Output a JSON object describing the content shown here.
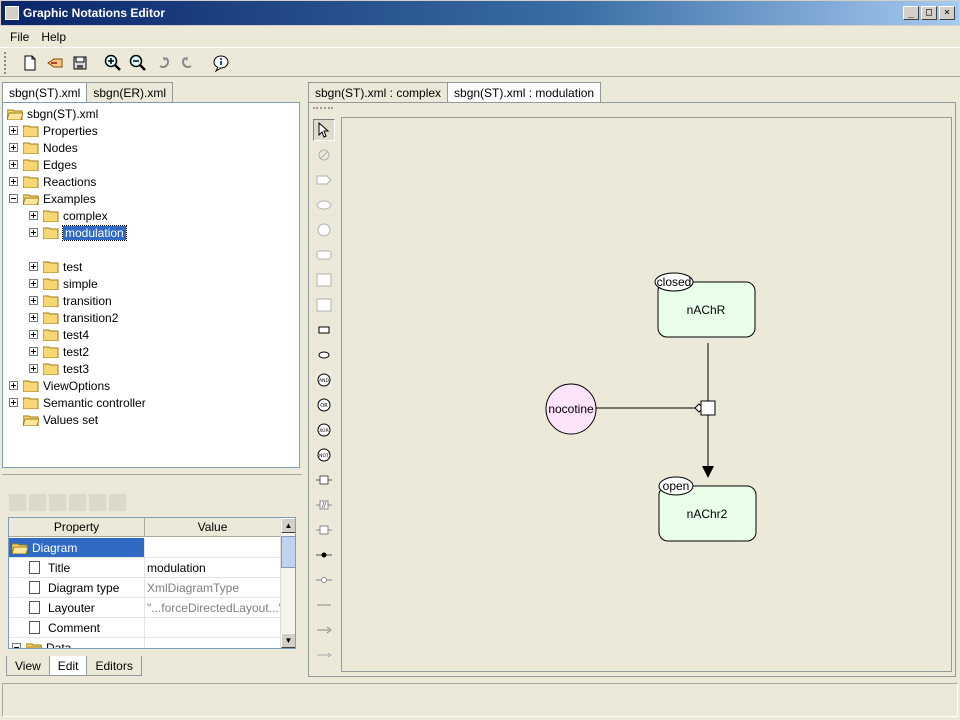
{
  "window": {
    "title": "Graphic Notations Editor"
  },
  "menu": {
    "items": [
      "File",
      "Help"
    ]
  },
  "toolbar": {
    "icons": [
      "new-document-icon",
      "open-icon",
      "save-icon",
      "zoom-in-icon",
      "zoom-out-icon",
      "undo-icon",
      "redo-icon",
      "info-icon"
    ]
  },
  "left_tabs": [
    "sbgn(ST).xml",
    "sbgn(ER).xml"
  ],
  "tree": {
    "root": "sbgn(ST).xml",
    "top": [
      "Properties",
      "Nodes",
      "Edges",
      "Reactions",
      "Examples"
    ],
    "examples": [
      "complex",
      "modulation",
      "test",
      "simple",
      "transition",
      "transition2",
      "test4",
      "test2",
      "test3"
    ],
    "bottom": [
      "ViewOptions",
      "Semantic controller",
      "Values set"
    ]
  },
  "properties": {
    "header_property": "Property",
    "header_value": "Value",
    "group": "Diagram",
    "rows": [
      {
        "name": "Title",
        "value": "modulation"
      },
      {
        "name": "Diagram type",
        "value": "XmlDiagramType"
      },
      {
        "name": "Layouter",
        "value": "\"...forceDirectedLayout...\""
      },
      {
        "name": "Comment",
        "value": ""
      }
    ],
    "next_group": "Data"
  },
  "bottom_tabs": [
    "View",
    "Edit",
    "Editors"
  ],
  "right_tabs": [
    "sbgn(ST).xml : complex",
    "sbgn(ST).xml : modulation"
  ],
  "diagram": {
    "nodes": [
      {
        "label": "nAChR",
        "state": "closed"
      },
      {
        "label": "nAChr2",
        "state": "open"
      },
      {
        "label": "nocotine"
      }
    ]
  },
  "colors": {
    "complex_fill": "#eaffea",
    "simple_fill": "#fde4fb",
    "selection": "#316ac5"
  }
}
